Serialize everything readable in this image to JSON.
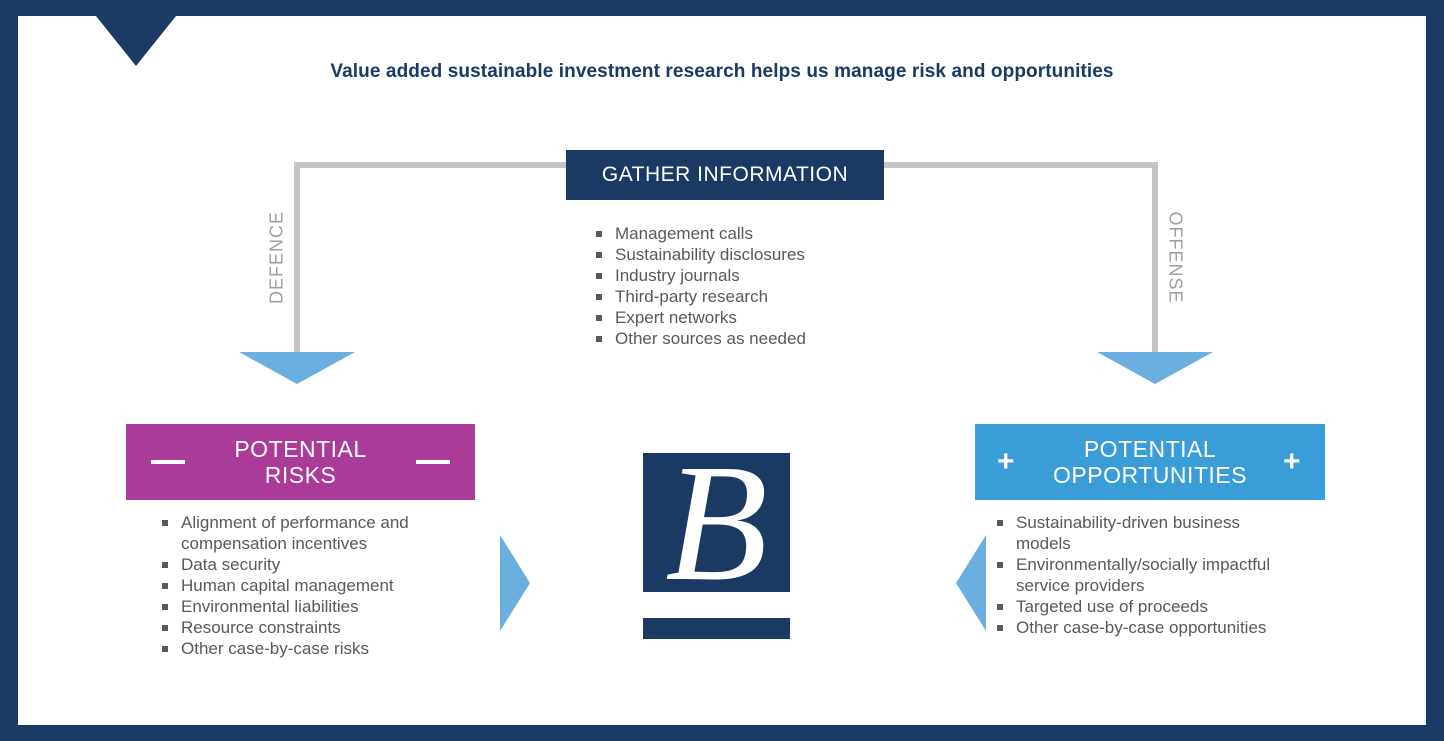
{
  "headline": "Value added sustainable investment research helps us manage risk and opportunities",
  "gather": {
    "title": "GATHER INFORMATION",
    "items": [
      "Management calls",
      "Sustainability disclosures",
      "Industry journals",
      "Third-party research",
      "Expert networks",
      "Other sources as needed"
    ]
  },
  "labels": {
    "defence": "DEFENCE",
    "offense": "OFFENSE"
  },
  "risks": {
    "title_line1": "POTENTIAL",
    "title_line2": "RISKS",
    "icon": "minus-sign",
    "items": [
      "Alignment of performance and compensation incentives",
      "Data security",
      "Human capital management",
      "Environmental liabilities",
      "Resource constraints",
      "Other case-by-case risks"
    ]
  },
  "opportunities": {
    "title_line1": "POTENTIAL",
    "title_line2": "OPPORTUNITIES",
    "icon": "plus-sign",
    "items": [
      "Sustainability-driven business models",
      "Environmentally/socially impactful service providers",
      "Targeted use of proceeds",
      "Other case-by-case opportunities"
    ]
  },
  "logo": {
    "letter": "B"
  },
  "colors": {
    "navy": "#1a3a64",
    "magenta": "#ab3b98",
    "blue": "#3b9dd8",
    "arrow": "#6baee0",
    "connector": "#c2c5c8",
    "text": "#555a60"
  }
}
